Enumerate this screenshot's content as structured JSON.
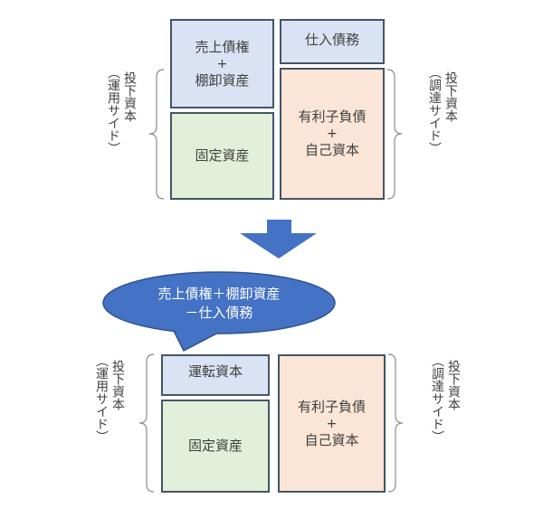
{
  "colors": {
    "working_assets": "#dae3f3",
    "fixed_assets": "#e2f0d9",
    "financing": "#fbe5d6",
    "border": "#44546a",
    "arrow": "#4472c4",
    "bubble": "#4472c4"
  },
  "top": {
    "receivables_inventory": {
      "line1": "売上債権",
      "plus": "+",
      "line2": "棚卸資産"
    },
    "payables": "仕入債務",
    "debt_equity": {
      "line1": "有利子負債",
      "plus": "+",
      "line2": "自己資本"
    },
    "fixed_assets": "固定資産",
    "left_label": {
      "main": "投下資本",
      "sub": "（運用サイド）"
    },
    "right_label": {
      "main": "投下資本",
      "sub": "（調達サイド）"
    }
  },
  "callout": {
    "line1": "売上債権＋棚卸資産",
    "line2": "－仕入債務"
  },
  "bottom": {
    "working_capital": "運転資本",
    "fixed_assets": "固定資産",
    "debt_equity": {
      "line1": "有利子負債",
      "plus": "+",
      "line2": "自己資本"
    },
    "left_label": {
      "main": "投下資本",
      "sub": "（運用サイド）"
    },
    "right_label": {
      "main": "投下資本",
      "sub": "（調達サイド）"
    }
  }
}
